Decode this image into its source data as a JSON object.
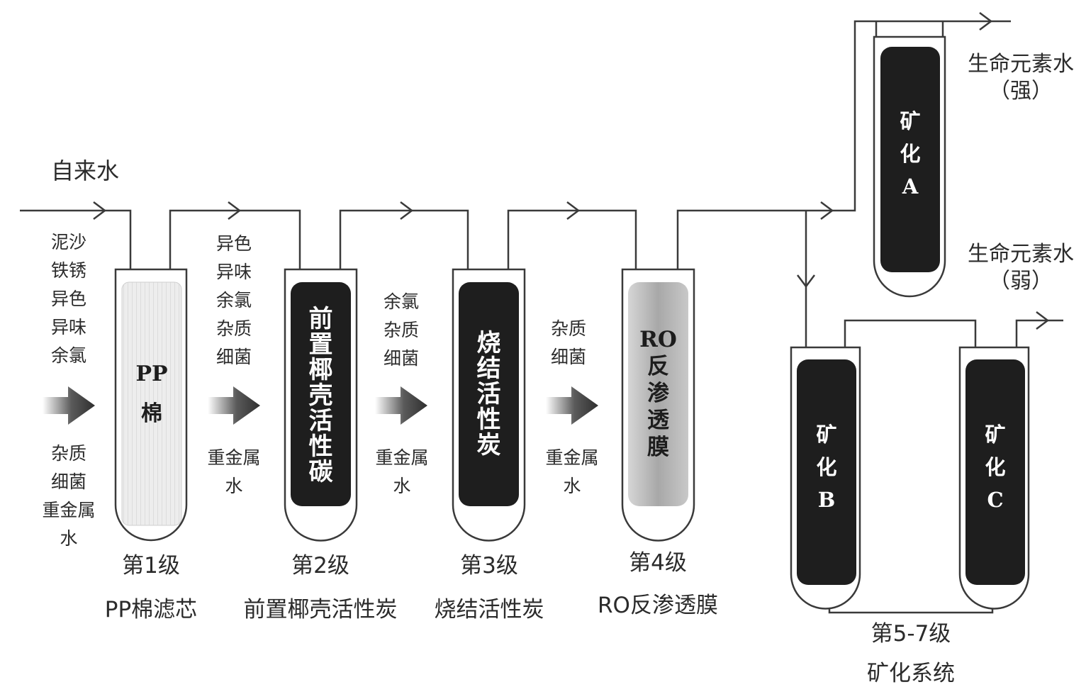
{
  "inlet_label": "自来水",
  "stages": [
    {
      "step": "第1级",
      "name": "PP棉滤芯",
      "core_label": "PP\n棉",
      "removes_before": [
        "泥沙",
        "铁锈",
        "异色",
        "异味",
        "余氯"
      ],
      "passes_after": [
        "杂质",
        "细菌",
        "重金属",
        "水"
      ]
    },
    {
      "step": "第2级",
      "name": "前置椰壳活性炭",
      "core_label": "前\n置\n椰\n壳\n活\n性\n碳",
      "removes_before": [
        "异色",
        "异味",
        "余氯",
        "杂质",
        "细菌"
      ],
      "passes_after": [
        "重金属",
        "水"
      ]
    },
    {
      "step": "第3级",
      "name": "烧结活性炭",
      "core_label": "烧\n结\n活\n性\n炭",
      "removes_before": [
        "余氯",
        "杂质",
        "细菌"
      ],
      "passes_after": [
        "重金属",
        "水"
      ]
    },
    {
      "step": "第4级",
      "name": "RO反渗透膜",
      "core_label": "RO\n反\n渗\n透\n膜",
      "removes_before": [
        "杂质",
        "细菌"
      ],
      "passes_after": [
        "重金属",
        "水"
      ]
    }
  ],
  "mineral": {
    "a_label": "矿\n化\nA",
    "b_label": "矿\n化\nB",
    "c_label": "矿\n化\nC",
    "output_strong": [
      "生命元素水",
      "（强）"
    ],
    "output_weak": [
      "生命元素水",
      "（弱）"
    ],
    "system_step": "第5-7级",
    "system_name": "矿化系统"
  },
  "colors": {
    "line": "#3a3a3a",
    "dark_core": "#1e1e1e",
    "pp_core": "#e6e6e6",
    "ro_core": "#b9b9b9",
    "arrow": "#3d3d3d"
  }
}
